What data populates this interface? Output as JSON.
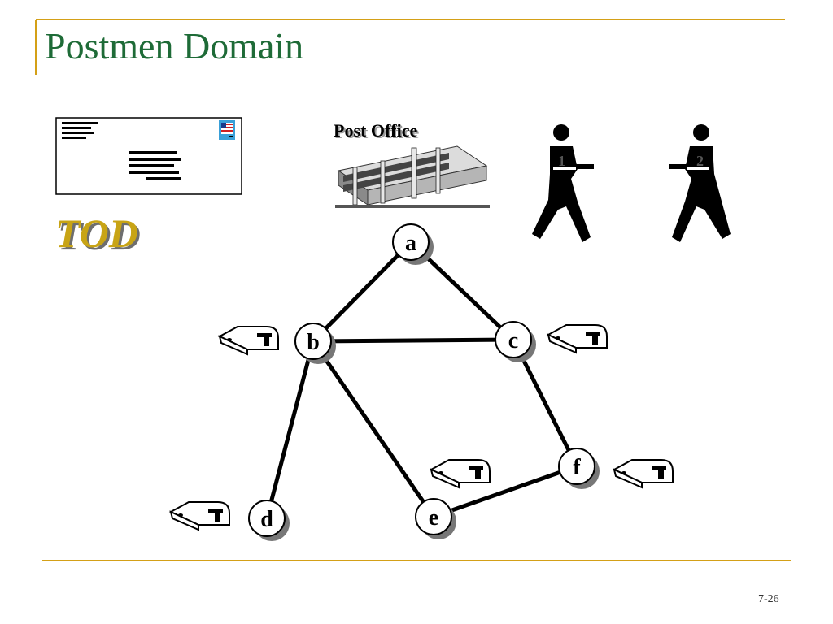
{
  "slide": {
    "title": "Postmen Domain",
    "tod_label": "TOD",
    "post_office_label": "Post Office",
    "page_number": "7-26"
  },
  "colors": {
    "title": "#1e6b37",
    "tod": "#c8a415",
    "rule": "#d4a017"
  },
  "graph": {
    "nodes": [
      "a",
      "b",
      "c",
      "d",
      "e",
      "f"
    ],
    "edges": [
      [
        "a",
        "b"
      ],
      [
        "a",
        "c"
      ],
      [
        "b",
        "c"
      ],
      [
        "b",
        "d"
      ],
      [
        "b",
        "e"
      ],
      [
        "c",
        "f"
      ],
      [
        "e",
        "f"
      ]
    ],
    "mailbox_nodes": [
      "b",
      "c",
      "d",
      "e",
      "f"
    ]
  },
  "postmen": [
    {
      "id": "1",
      "icon": "walking-postman-icon"
    },
    {
      "id": "2",
      "icon": "walking-postman-icon"
    }
  ],
  "icons": [
    "envelope-icon",
    "flag-stamp-icon",
    "post-office-building-icon",
    "mailbox-icon"
  ]
}
